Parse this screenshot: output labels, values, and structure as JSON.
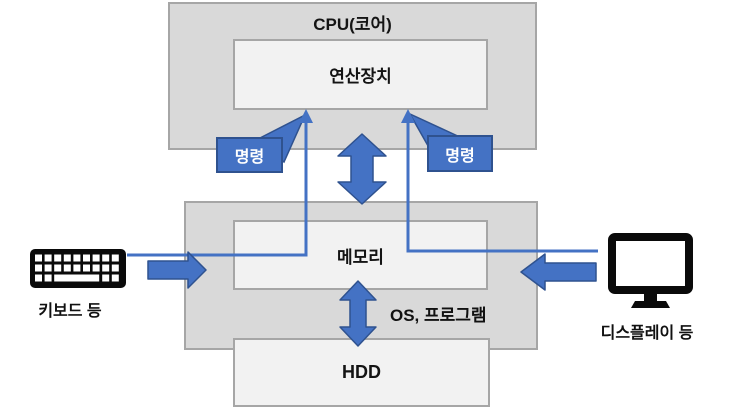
{
  "cpu": {
    "title": "CPU(코어)",
    "alu_label": "연산장치"
  },
  "memory": {
    "label": "메모리"
  },
  "storage": {
    "label": "HDD",
    "transfer_label": "OS, 프로그램"
  },
  "commands": {
    "left_label": "명령",
    "right_label": "명령"
  },
  "peripherals": {
    "input_label": "키보드 등",
    "output_label": "디스플레이 등"
  },
  "icons": {
    "input": "keyboard-icon",
    "output": "monitor-icon"
  },
  "colors": {
    "accent_blue": "#4472c4",
    "accent_blue_dark": "#2f528f",
    "container_gray": "#d9d9d9",
    "box_light": "#f2f2f2",
    "border_gray": "#a6a6a6"
  }
}
